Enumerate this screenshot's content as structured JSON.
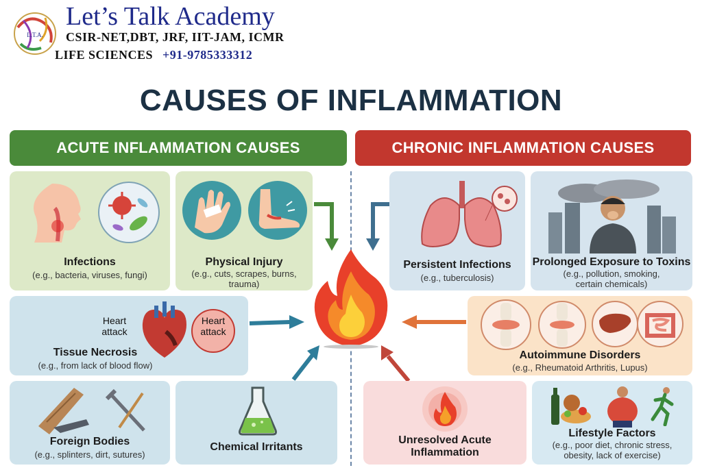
{
  "header": {
    "brand_title": "Let’s Talk Academy",
    "exams": "CSIR-NET,DBT, JRF, IIT-JAM, ICMR",
    "subject": "LIFE SCIENCES",
    "phone": "+91-9785333312",
    "logo_text": "L.T.A."
  },
  "title": "CAUSES OF INFLAMMATION",
  "acute": {
    "heading": "ACUTE INFLAMMATION CAUSES",
    "cards": {
      "infections": {
        "title": "Infections",
        "subtitle": "(e.g., bacteria, viruses, fungi)"
      },
      "physical_injury": {
        "title": "Physical Injury",
        "subtitle": "(e.g., cuts, scrapes, burns,\ntrauma)"
      },
      "tissue_necrosis": {
        "title": "Tissue Necrosis",
        "subtitle": "(e.g., from lack of blood flow)",
        "label_left": "Heart\nattack",
        "label_circle": "Heart\nattack"
      },
      "foreign_bodies": {
        "title": "Foreign Bodies",
        "subtitle": "(e.g., splinters, dirt, sutures)"
      },
      "chemical_irritants": {
        "title": "Chemical Irritants"
      }
    }
  },
  "chronic": {
    "heading": "CHRONIC INFLAMMATION CAUSES",
    "cards": {
      "persistent_infections": {
        "title": "Persistent Infections",
        "subtitle": "(e.g., tuberculosis)"
      },
      "toxins": {
        "title": "Prolonged Exposure to Toxins",
        "subtitle": "(e.g., pollution, smoking,\ncertain chemicals)"
      },
      "autoimmune": {
        "title": "Autoimmune Disorders",
        "subtitle": "(e.g., Rheumatoid Arthritis, Lupus)"
      },
      "unresolved": {
        "title": "Unresolved Acute\nInflammation"
      },
      "lifestyle": {
        "title": "Lifestyle Factors",
        "subtitle": "(e.g., poor diet, chronic stress,\nobesity, lack of exercise)"
      }
    }
  },
  "colors": {
    "acute_banner": "#4a8a3a",
    "chronic_banner": "#c2372e",
    "title": "#1c3144",
    "brand": "#1f2a8a",
    "arrow_green": "#4a8a3a",
    "arrow_teal": "#2e7d9a",
    "arrow_steel": "#3f6f8f",
    "arrow_orange": "#e0733a",
    "arrow_red": "#c0463a"
  },
  "icons": [
    "logo-icon",
    "throat-icon",
    "microbe-icon",
    "bandaged-hand-icon",
    "injured-foot-icon",
    "heart-icon",
    "wood-splinter-icon",
    "nail-icon",
    "flask-icon",
    "fire-icon",
    "lungs-icon",
    "pollution-city-icon",
    "joint-icon",
    "liver-icon",
    "intestine-icon",
    "flame-circle-icon",
    "food-icon",
    "person-icon",
    "runner-icon"
  ]
}
